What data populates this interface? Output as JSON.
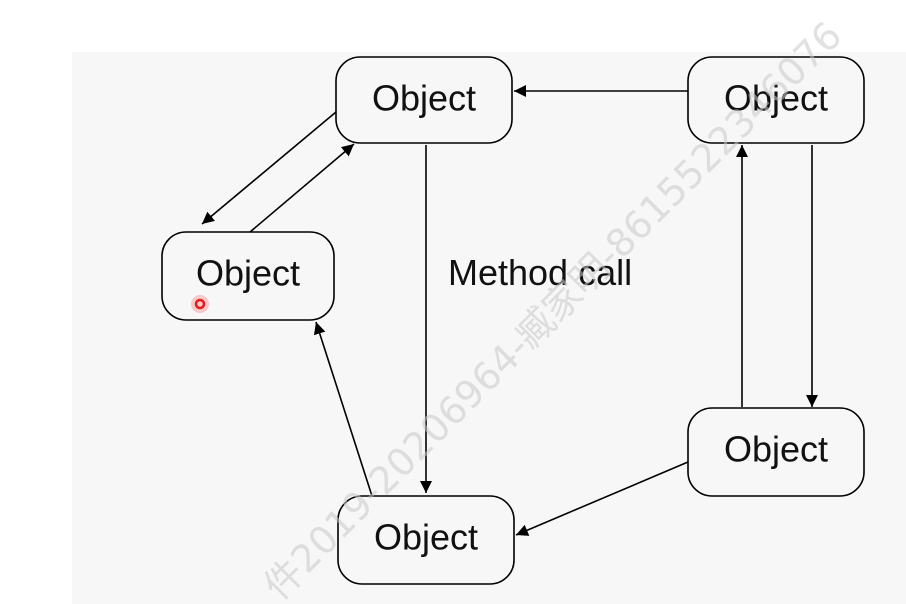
{
  "diagram": {
    "nodes": [
      {
        "id": "top-center",
        "label": "Object"
      },
      {
        "id": "top-right",
        "label": "Object"
      },
      {
        "id": "left",
        "label": "Object"
      },
      {
        "id": "bottom-right",
        "label": "Object"
      },
      {
        "id": "bottom-center",
        "label": "Object"
      }
    ],
    "edges": [
      {
        "from": "top-right",
        "to": "top-center"
      },
      {
        "from": "top-center",
        "to": "left"
      },
      {
        "from": "left",
        "to": "top-center"
      },
      {
        "from": "top-center",
        "to": "bottom-center"
      },
      {
        "from": "bottom-center",
        "to": "left"
      },
      {
        "from": "bottom-right",
        "to": "bottom-center"
      },
      {
        "from": "top-right",
        "to": "bottom-right"
      },
      {
        "from": "bottom-right",
        "to": "top-right"
      }
    ],
    "edge_label": "Method call"
  },
  "watermark": {
    "text": "件2019-20206964-臧家明-8615522346076"
  },
  "colors": {
    "background": "#f7f7f7",
    "stroke": "#000000",
    "cursor": "#e21b1b"
  }
}
